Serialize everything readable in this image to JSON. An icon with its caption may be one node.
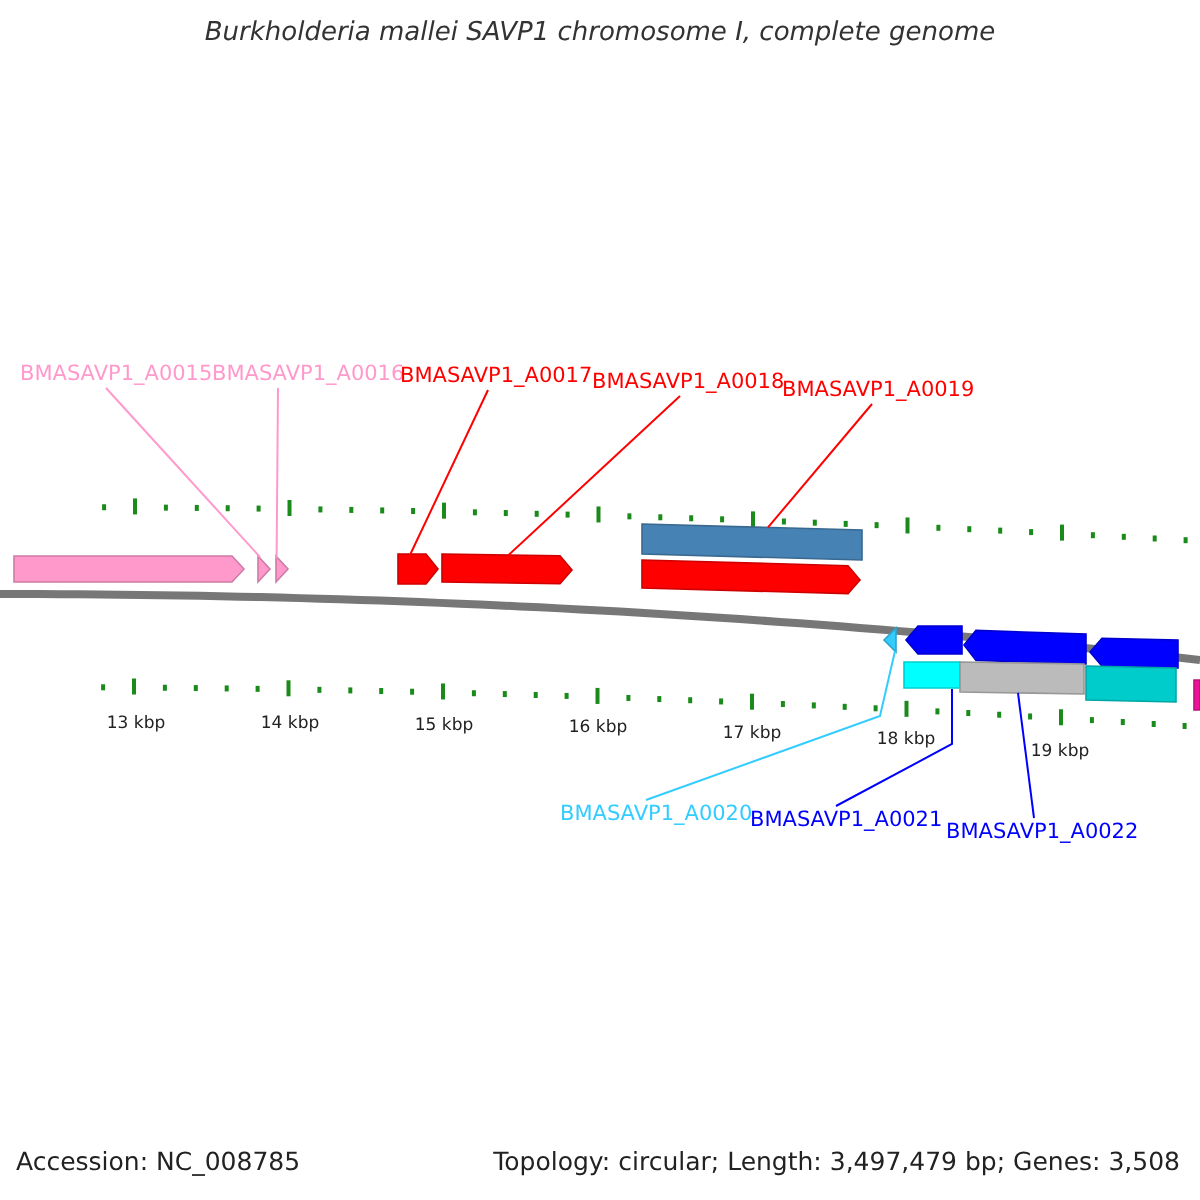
{
  "diagram": {
    "title": "Burkholderia mallei SAVP1 chromosome I, complete genome",
    "nodes": [
      {
        "text": [
          "BMASAVP1_A0015"
        ]
      },
      {
        "text": [
          "BMASAVP1_A0016"
        ]
      },
      {
        "text": [
          "BMASAVP1_A0017"
        ]
      },
      {
        "text": [
          "BMASAVP1_A0018"
        ]
      },
      {
        "text": [
          "BMASAVP1_A0019"
        ]
      },
      {
        "text": [
          "BMASAVP1_A0020"
        ]
      },
      {
        "text": [
          "BMASAVP1_A0021"
        ]
      },
      {
        "text": [
          "BMASAVP1_A0022"
        ]
      },
      {
        "text": [],
        "shape": "arrow"
      },
      {
        "text": [],
        "shape": "arrow"
      },
      {
        "text": [],
        "shape": "arrow"
      },
      {
        "text": [],
        "shape": "arrow"
      },
      {
        "text": [],
        "shape": "arrow"
      },
      {
        "text": [],
        "shape": "bar"
      },
      {
        "text": [],
        "shape": "arrow"
      },
      {
        "text": [],
        "shape": "arrow"
      },
      {
        "text": [],
        "shape": "arrow"
      },
      {
        "text": [],
        "shape": "arrow"
      },
      {
        "text": [],
        "shape": "arrow"
      },
      {
        "text": [],
        "shape": "bar"
      },
      {
        "text": [],
        "shape": "bar"
      },
      {
        "text": [],
        "shape": "bar"
      },
      {
        "text": [],
        "shape": "bar"
      }
    ],
    "edges": [
      {
        "from": 0,
        "to": 9,
        "arrow": "none",
        "color": "#ff99cc"
      },
      {
        "from": 1,
        "to": 10,
        "arrow": "none",
        "color": "#ff99cc"
      },
      {
        "from": 2,
        "to": 11,
        "arrow": "none",
        "color": "#ff0000"
      },
      {
        "from": 3,
        "to": 12,
        "arrow": "none",
        "color": "#ff0000"
      },
      {
        "from": 4,
        "to": 13,
        "arrow": "none",
        "color": "#ff0000"
      },
      {
        "from": 5,
        "to": 15,
        "arrow": "none",
        "color": "#33ccff"
      },
      {
        "from": 6,
        "to": 19,
        "arrow": "none",
        "color": "#0000ff"
      },
      {
        "from": 7,
        "to": 20,
        "arrow": "none",
        "color": "#0000ff"
      }
    ],
    "labels": [
      "13 kbp",
      "14 kbp",
      "15 kbp",
      "16 kbp",
      "17 kbp",
      "18 kbp",
      "19 kbp",
      "Accession: NC_008785",
      "Topology: circular; Length: 3,497,479 bp; Genes: 3,508"
    ]
  }
}
